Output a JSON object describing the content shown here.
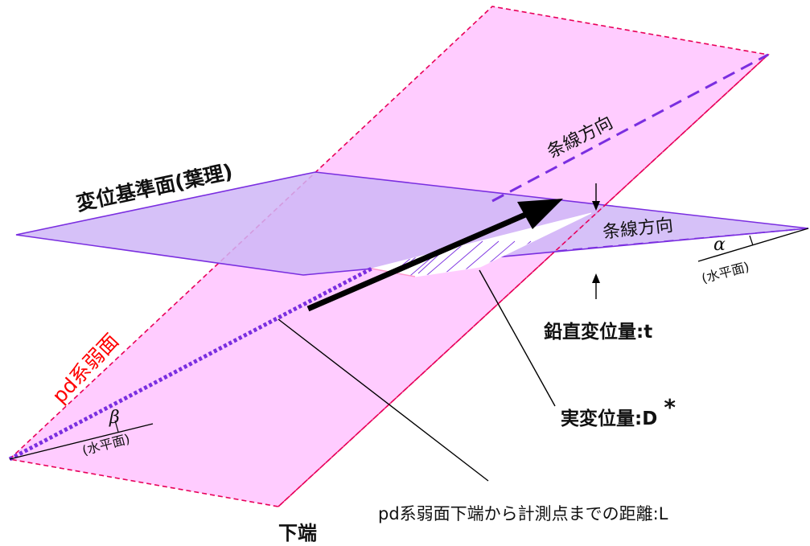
{
  "labels": {
    "reference_plane": "変位基準面(葉理)",
    "striation_upper": "条線方向",
    "striation_right": "条線方向",
    "alpha": "α",
    "horizontal_right": "(水平面)",
    "vertical_displacement": "鉛直変位量:t",
    "pd_plane": "pd系弱面",
    "beta": "β",
    "horizontal_left": "(水平面)",
    "actual_displacement": "実変位量:D",
    "actual_displacement_sup": "*",
    "distance": "pd系弱面下端から計測点までの距離:L",
    "lower_end": "下端"
  },
  "colors": {
    "pd_plane_fill": "#ffccff",
    "pd_plane_edge": "#e8005a",
    "reference_plane_fill": "#cfb6f7",
    "reference_plane_edge": "#7a2ee0",
    "striation_line": "#7a2ee0",
    "pd_label": "#ff0000",
    "arrow": "#000000"
  }
}
